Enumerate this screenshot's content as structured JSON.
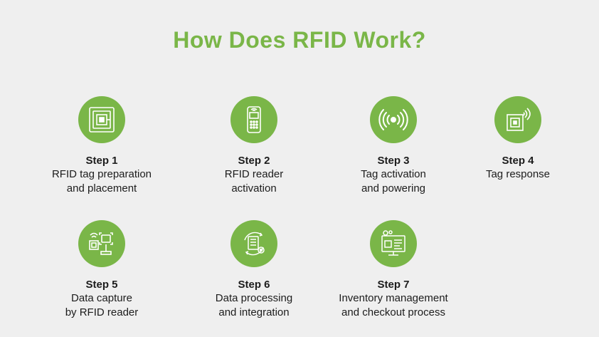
{
  "title": "How Does RFID Work?",
  "accent_color": "#7ab648",
  "steps": [
    {
      "label": "Step 1",
      "description": "RFID tag preparation\nand placement",
      "icon": "rfid-tag-icon"
    },
    {
      "label": "Step 2",
      "description": "RFID reader\nactivation",
      "icon": "handheld-reader-icon"
    },
    {
      "label": "Step 3",
      "description": "Tag activation\nand powering",
      "icon": "signal-waves-icon"
    },
    {
      "label": "Step 4",
      "description": "Tag response",
      "icon": "tag-transmit-icon"
    },
    {
      "label": "Step 5",
      "description": "Data capture\nby RFID reader",
      "icon": "reader-capture-icon"
    },
    {
      "label": "Step 6",
      "description": "Data processing\nand integration",
      "icon": "data-processing-icon"
    },
    {
      "label": "Step 7",
      "description": "Inventory management\nand checkout process",
      "icon": "inventory-monitor-icon"
    }
  ]
}
